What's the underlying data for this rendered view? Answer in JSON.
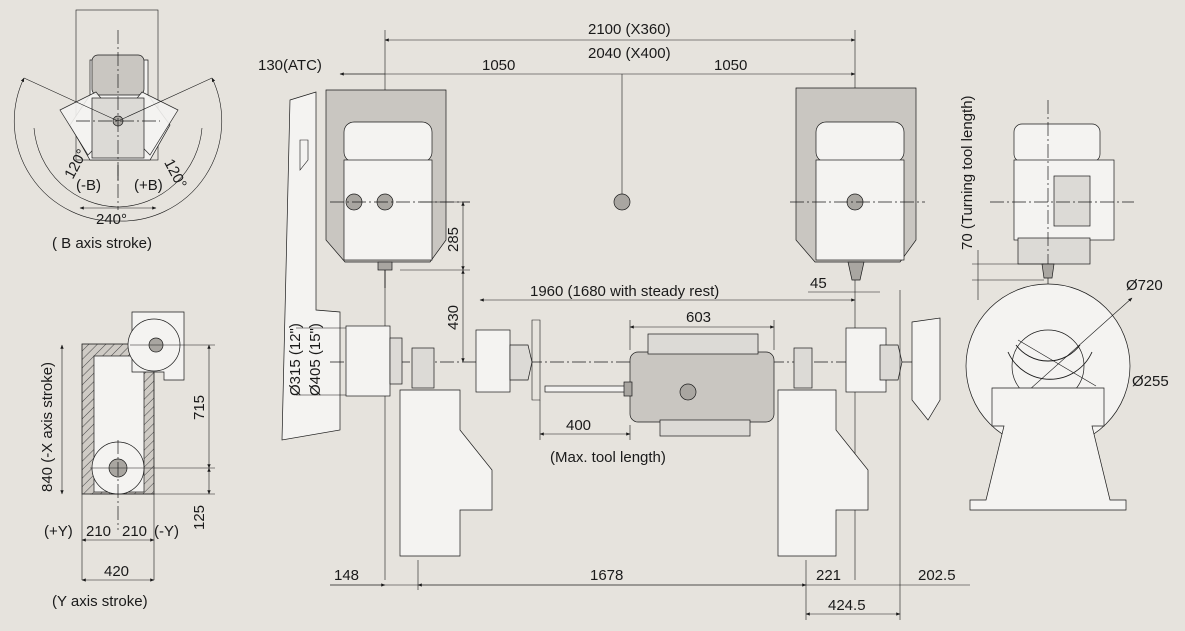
{
  "colors": {
    "background": "#e6e3dd",
    "ink": "#1a1a1a",
    "body_fill": "#c9c6c1",
    "light_fill": "#f4f3f1"
  },
  "b_axis": {
    "left_angle": "120°",
    "right_angle": "120°",
    "minus_b": "(-B)",
    "plus_b": "(+B)",
    "total_angle": "240°",
    "caption": "( B axis stroke)"
  },
  "xy_view": {
    "x_stroke": "840 (-X axis stroke)",
    "dim_715": "715",
    "dim_125": "125",
    "plus_y": "(+Y)",
    "dim_210_left": "210",
    "dim_210_right": "210",
    "minus_y": "(-Y)",
    "dim_420": "420",
    "caption": "(Y axis stroke)"
  },
  "main_view": {
    "dim_2100": "2100 (X360)",
    "dim_2040": "2040 (X400)",
    "dim_atc": "130(ATC)",
    "dim_1050_left": "1050",
    "dim_1050_right": "1050",
    "dim_285": "285",
    "dim_430": "430",
    "dim_1960": "1960 (1680 with steady rest)",
    "dim_45": "45",
    "dim_603": "603",
    "chuck_315": "Ø315 (12\")",
    "chuck_405": "Ø405 (15\")",
    "dim_400": "400",
    "max_tool": "(Max. tool length)",
    "dim_148": "148",
    "dim_1678": "1678",
    "dim_221": "221",
    "dim_202_5": "202.5",
    "dim_424_5": "424.5"
  },
  "side_view": {
    "turning_tool": "70 (Turning tool length)",
    "dia_720": "Ø720",
    "dia_255": "Ø255"
  }
}
